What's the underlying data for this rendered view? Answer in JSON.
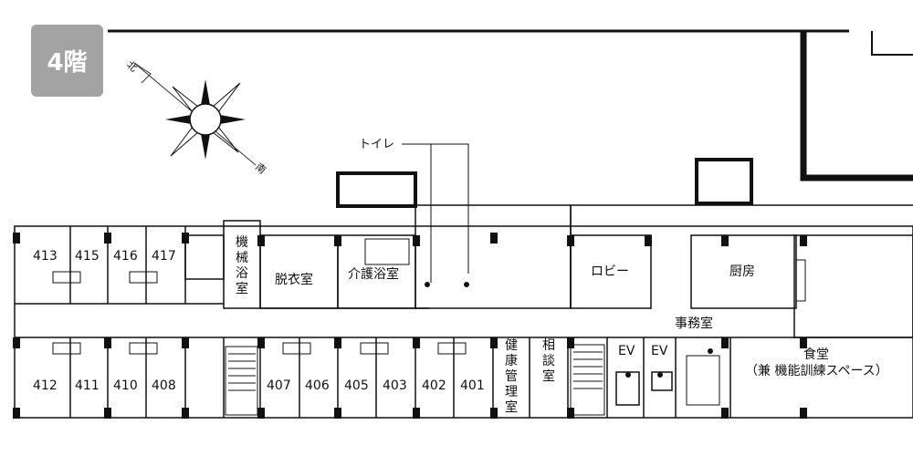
{
  "floor_label": "4階",
  "compass": {
    "north": "北",
    "south": "南"
  },
  "callout": {
    "toilet": "トイレ"
  },
  "rooms_top": [
    "413",
    "415",
    "416",
    "417"
  ],
  "rooms_bottom": [
    "412",
    "411",
    "410",
    "408",
    "407",
    "406",
    "405",
    "403",
    "402",
    "401"
  ],
  "facilities": {
    "machine_bath": "機械浴室",
    "dressing": "脱衣室",
    "care_bath": "介護浴室",
    "lobby": "ロビー",
    "kitchen": "厨房",
    "health": "健康管理室",
    "consult": "相談室",
    "ev": "EV",
    "office": "事務室",
    "dining": "食堂",
    "dining_sub": "（兼 機能訓練スペース）"
  },
  "colors": {
    "badge": "#a3a3a3",
    "line": "#111111"
  }
}
